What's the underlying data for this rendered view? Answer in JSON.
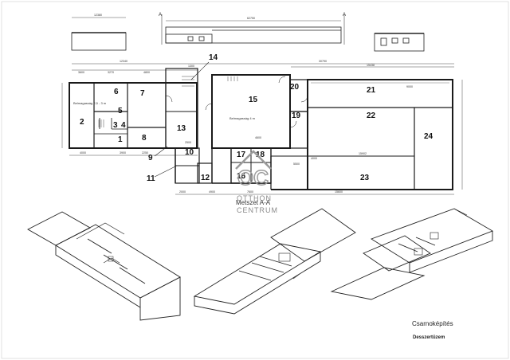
{
  "drawing": {
    "title": "Csarnoképítés",
    "subtitle": "Desszertüzem",
    "section_label": "Metszet A-A",
    "section_marker": "A",
    "watermark": {
      "mono": "OC",
      "line1": "OTTHON",
      "line2": "CENTRUM"
    }
  },
  "rooms": [
    "1",
    "2",
    "3",
    "4",
    "5",
    "6",
    "7",
    "8",
    "9",
    "10",
    "11",
    "12",
    "13",
    "14",
    "15",
    "16",
    "17",
    "18",
    "19",
    "20",
    "21",
    "22",
    "23",
    "24"
  ],
  "room_notes": {
    "r2": "Belmagasság 2,5 - 3 m",
    "r15": "Belmagasság 4 m"
  },
  "dimensions": {
    "top_overall": "62750",
    "left_block": "12380",
    "main_width": "12340",
    "right_block": "30790",
    "right_top": "15438",
    "seg_a": "3600",
    "seg_b": "3270",
    "seg_c": "4800",
    "seg_d": "1300",
    "seg_e": "9000",
    "seg_f": "2000",
    "seg_g": "4900",
    "seg_h": "5500",
    "seg_i": "15600",
    "seg_j": "7600",
    "seg_k": "15902",
    "seg_l": "4600",
    "seg_m": "3900",
    "seg_n": "2250",
    "seg_o": "2500",
    "seg_p": "4000",
    "seg_q": "4000"
  },
  "colors": {
    "ink": "#1a1a1a",
    "paper": "#ffffff",
    "watermark": "#9a9a9a"
  }
}
